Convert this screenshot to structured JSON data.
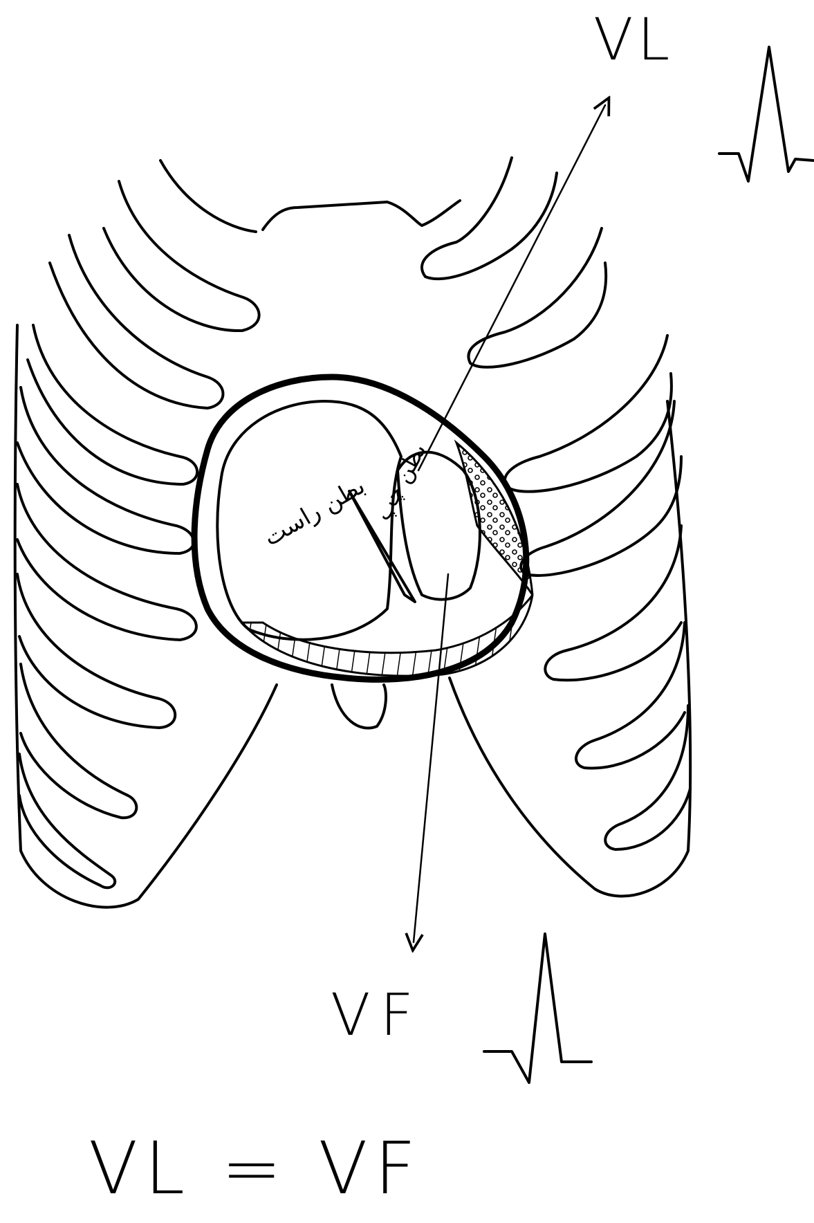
{
  "labels": {
    "lead_vl": "VL",
    "lead_vf": "VF",
    "equation": "VL = VF",
    "right_ventricle": "بطن راست",
    "left_ventricle": "بطن چپ"
  },
  "colors": {
    "ink": "#000000",
    "background": "#ffffff"
  }
}
